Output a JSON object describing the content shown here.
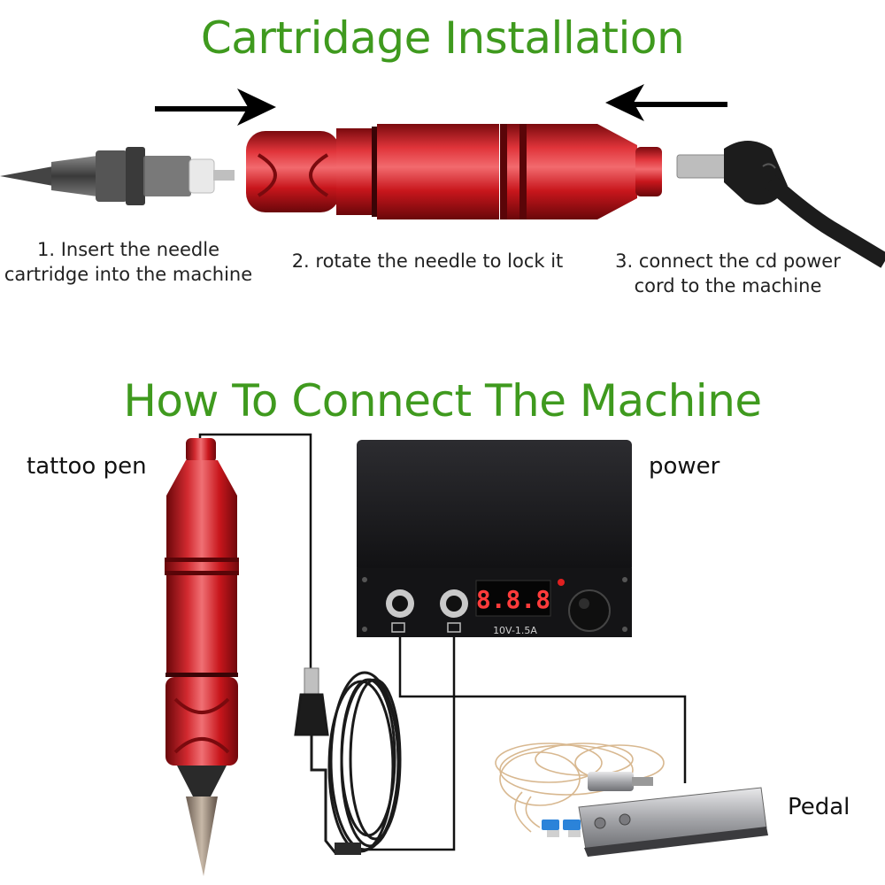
{
  "section1": {
    "title": "Cartridage Installation",
    "steps": [
      {
        "line1": "1. Insert the needle",
        "line2": "cartridge into the machine"
      },
      {
        "line1": "2. rotate the needle to lock it",
        "line2": ""
      },
      {
        "line1": "3. connect the cd power",
        "line2": "cord to the machine"
      }
    ]
  },
  "section2": {
    "title": "How To Connect The Machine",
    "labels": {
      "pen": "tattoo pen",
      "power": "power",
      "pedal": "Pedal"
    },
    "display": {
      "digits": "8.8.8",
      "spec": "10V-1.5A"
    }
  },
  "colors": {
    "title_green": "#3f9a1e",
    "machine_red": "#c8161c",
    "power_box": "#1b1b1d"
  }
}
